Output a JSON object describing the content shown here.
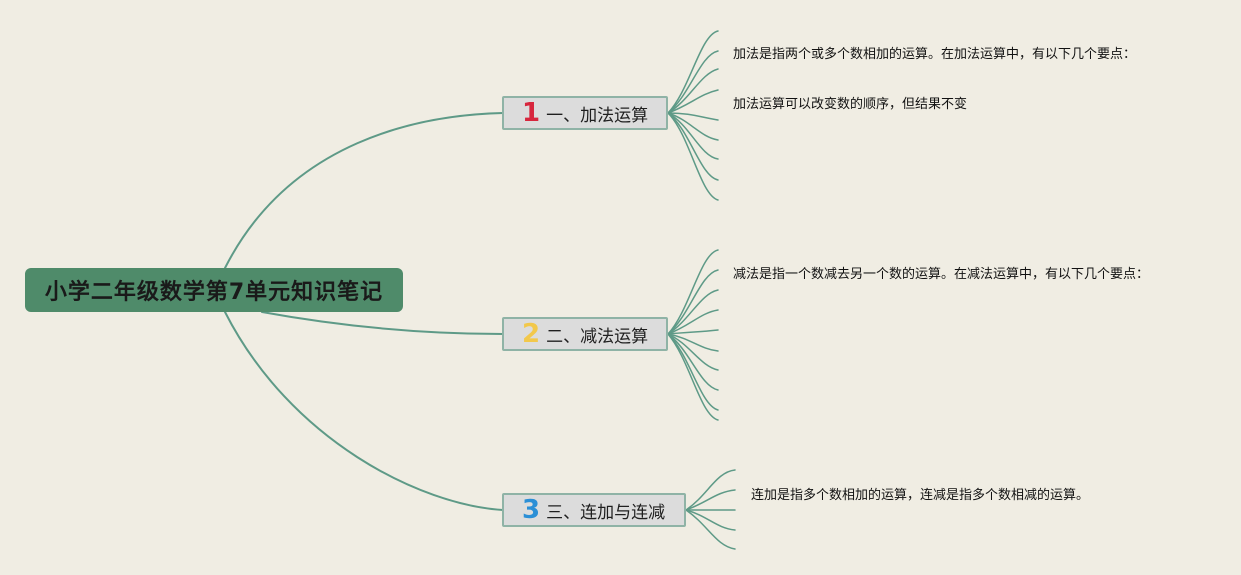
{
  "root": {
    "title": "小学二年级数学第7单元知识笔记"
  },
  "topics": [
    {
      "number": "1",
      "label": "一、加法运算",
      "number_color": "#d7263d"
    },
    {
      "number": "2",
      "label": "二、减法运算",
      "number_color": "#f2c84b"
    },
    {
      "number": "3",
      "label": "三、连加与连减",
      "number_color": "#2b8fd6"
    }
  ],
  "leaves": {
    "addition": [
      "加法是指两个或多个数相加的运算。在加法运算中，有以下几个要点：",
      "加法运算可以改变数的顺序，但结果不变"
    ],
    "subtraction": [
      "减法是指一个数减去另一个数的运算。在减法运算中，有以下几个要点："
    ],
    "mixed": [
      "连加是指多个数相加的运算，连减是指多个数相减的运算。"
    ]
  },
  "colors": {
    "background": "#f0ede3",
    "root_fill": "#4f8b6a",
    "connector": "#5e9a87",
    "topic_fill": "#dcdcdc",
    "topic_border": "#8fb3a6"
  }
}
